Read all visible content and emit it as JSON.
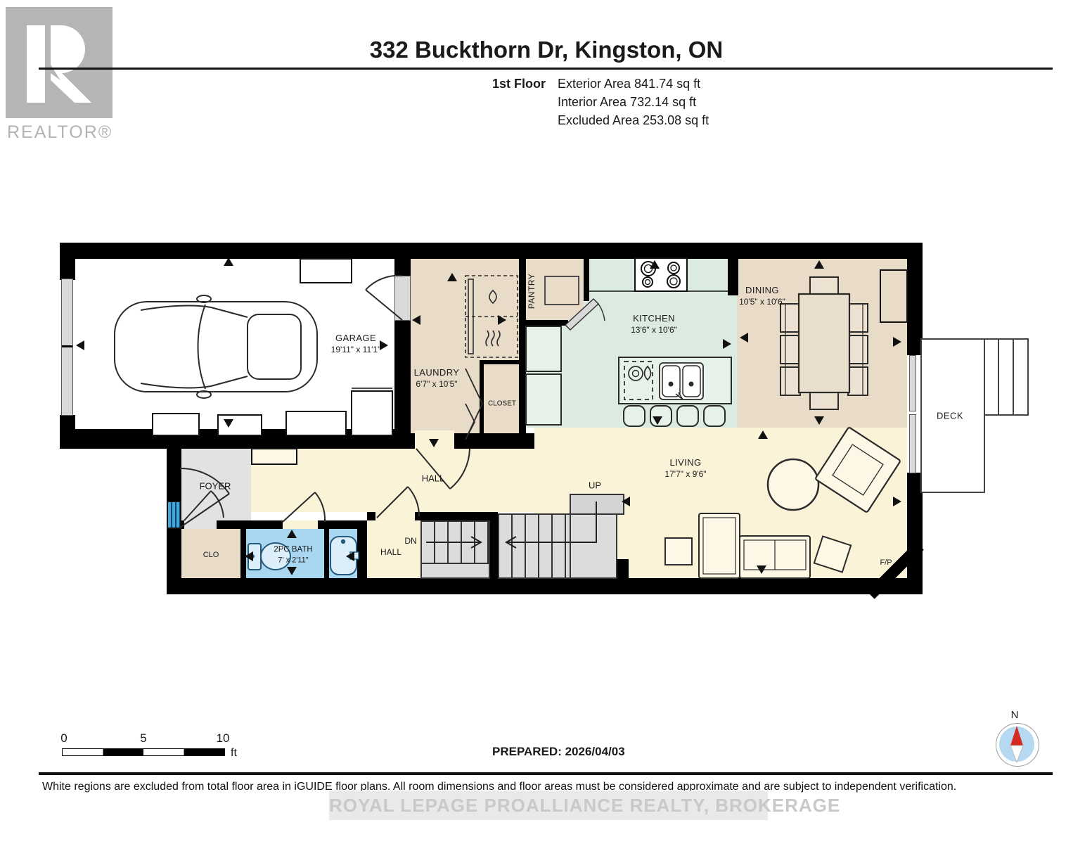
{
  "header": {
    "logo": {
      "letter": "R",
      "label": "REALTOR®"
    },
    "title": "332 Buckthorn Dr, Kingston, ON",
    "floor_label": "1st Floor",
    "area_lines": [
      "Exterior Area 841.74 sq ft",
      "Interior Area 732.14 sq ft",
      "Excluded Area 253.08 sq ft"
    ]
  },
  "rooms": {
    "garage": {
      "name": "GARAGE",
      "dims": "19'11\" x 11'1\""
    },
    "laundry": {
      "name": "LAUNDRY",
      "dims": "6'7\" x 10'5\""
    },
    "closet": {
      "name": "CLOSET"
    },
    "pantry": {
      "name": "PANTRY"
    },
    "kitchen": {
      "name": "KITCHEN",
      "dims": "13'6\" x 10'6\""
    },
    "dining": {
      "name": "DINING",
      "dims": "10'5\" x 10'6\""
    },
    "deck": {
      "name": "DECK"
    },
    "living": {
      "name": "LIVING",
      "dims": "17'7\" x 9'6\""
    },
    "hall": {
      "name": "HALL"
    },
    "hall2": {
      "name": "HALL"
    },
    "foyer": {
      "name": "FOYER"
    },
    "clo": {
      "name": "CLO"
    },
    "bath": {
      "name": "2PC BATH",
      "dims": "7' x 2'11\""
    },
    "stairs_up": {
      "label": "UP"
    },
    "stairs_dn": {
      "label": "DN"
    },
    "fireplace": {
      "label": "F/P"
    }
  },
  "footer": {
    "scale": {
      "ticks": [
        "0",
        "5",
        "10"
      ],
      "unit": "ft"
    },
    "prepared": "PREPARED: 2026/04/03",
    "compass_label": "N",
    "disclaimer": "White regions are excluded from total floor area in iGUIDE floor plans. All room dimensions and floor areas must be considered approximate and are subject to independent verification.",
    "watermark": "ROYAL LEPAGE PROALLIANCE REALTY, BROKERAGE"
  },
  "colors": {
    "wall": "#000000",
    "room_tan": "#e8dcc9",
    "room_mint": "#dcebe1",
    "room_cream": "#fbf3d8",
    "foyer_gray": "#e2e2e2",
    "bath_blue": "#a9d6f0",
    "front_door_blue": "#3fa7e2",
    "stair_gray": "#d9d9d9",
    "compass_blue": "#b5d9f0",
    "needle_red": "#d42a20",
    "logo_gray": "#b5b5b5"
  }
}
